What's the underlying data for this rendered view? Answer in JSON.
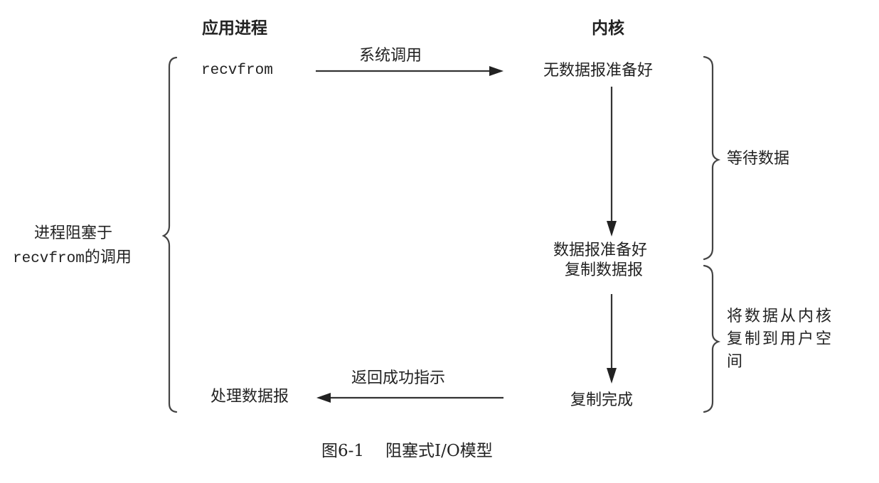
{
  "headers": {
    "app_process": "应用进程",
    "kernel": "内核"
  },
  "app": {
    "call": "recvfrom",
    "process": "处理数据报",
    "blocked_label_line1": "进程阻塞于",
    "blocked_label_line2_mono": "recvfrom",
    "blocked_label_line2_tail": "的调用"
  },
  "arrows": {
    "syscall": "系统调用",
    "return": "返回成功指示"
  },
  "kernel": {
    "no_datagram": "无数据报准备好",
    "datagram_ready": "数据报准备好",
    "copy_datagram": "复制数据报",
    "copy_complete": "复制完成"
  },
  "phases": {
    "wait": "等待数据",
    "copy": "将数据从内核复制到用户空间"
  },
  "caption": {
    "figure_no": "图6-1",
    "title": "阻塞式I/O模型"
  },
  "colors": {
    "ink": "#222222",
    "background": "#ffffff"
  }
}
